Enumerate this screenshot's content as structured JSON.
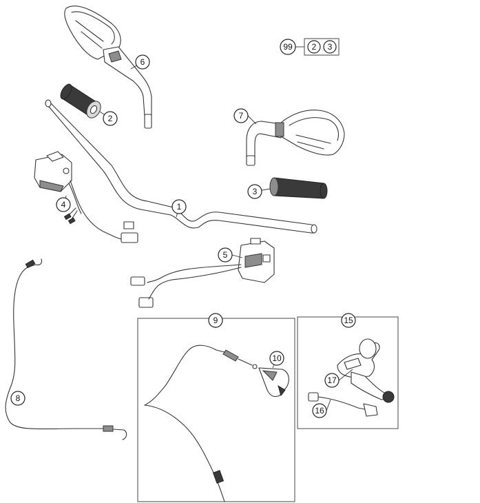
{
  "callouts": {
    "c1": "1",
    "c2": "2",
    "c3": "3",
    "c4": "4",
    "c5": "5",
    "c6": "6",
    "c7": "7",
    "c8": "8",
    "c9": "9",
    "c10": "10",
    "c15": "15",
    "c16": "16",
    "c17": "17",
    "kit_main": "99",
    "kit_a": "2",
    "kit_b": "3"
  },
  "colors": {
    "line": "#333333",
    "background": "#ffffff",
    "grip_dark": "#3a3a3a"
  }
}
